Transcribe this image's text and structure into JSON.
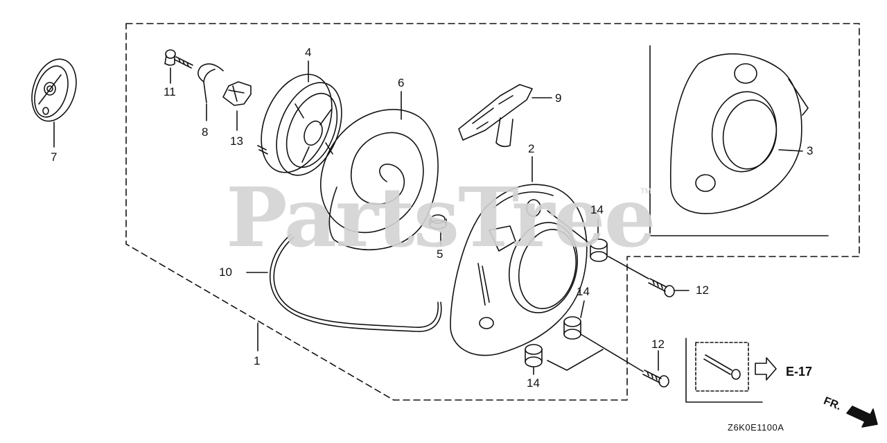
{
  "watermark": {
    "text": "PartsTree",
    "tm": "TM"
  },
  "callouts": {
    "c1": "1",
    "c2": "2",
    "c3": "3",
    "c4": "4",
    "c5": "5",
    "c6": "6",
    "c7": "7",
    "c8": "8",
    "c9": "9",
    "c10": "10",
    "c11": "11",
    "c12a": "12",
    "c12b": "12",
    "c13": "13",
    "c14a": "14",
    "c14b": "14",
    "c14c": "14"
  },
  "reference": {
    "label": "E-17"
  },
  "direction": {
    "label": "FR."
  },
  "diagram_code": "Z6K0E1100A",
  "colors": {
    "line": "#111111",
    "watermark": "#d3d3d3",
    "background": "#ffffff"
  }
}
